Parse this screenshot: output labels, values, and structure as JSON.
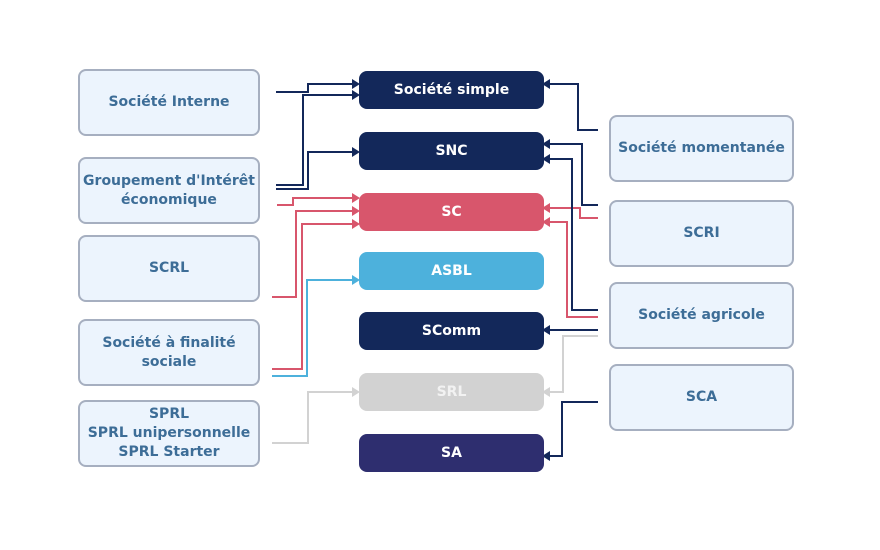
{
  "title": "Belgian company forms conversion diagram",
  "colors": {
    "navy": "#13285a",
    "red": "#d8566c",
    "blue": "#4db1dc",
    "gray": "#d2d2d2",
    "indigo": "#2e2e6f",
    "source_fill": "#ecf4fd",
    "source_border": "#a6afc0",
    "source_text": "#3d6d97"
  },
  "left_sources": [
    {
      "id": "societe-interne",
      "lines": [
        "Société Interne"
      ]
    },
    {
      "id": "gie",
      "lines": [
        "Groupement d'Intérêt",
        "économique"
      ]
    },
    {
      "id": "scrl",
      "lines": [
        "SCRL"
      ]
    },
    {
      "id": "sfs",
      "lines": [
        "Société à finalité",
        "sociale"
      ]
    },
    {
      "id": "sprl",
      "lines": [
        "SPRL",
        "SPRL unipersonnelle",
        "SPRL Starter"
      ]
    }
  ],
  "right_sources": [
    {
      "id": "societe-momentanee",
      "lines": [
        "Société momentanée"
      ]
    },
    {
      "id": "scri",
      "lines": [
        "SCRI"
      ]
    },
    {
      "id": "societe-agricole",
      "lines": [
        "Société agricole"
      ]
    },
    {
      "id": "sca",
      "lines": [
        "SCA"
      ]
    }
  ],
  "targets": [
    {
      "id": "societe-simple",
      "label": "Société simple",
      "color": "#13285a",
      "text_color": "#ffffff"
    },
    {
      "id": "snc",
      "label": "SNC",
      "color": "#13285a",
      "text_color": "#ffffff"
    },
    {
      "id": "sc",
      "label": "SC",
      "color": "#d8566c",
      "text_color": "#ffffff"
    },
    {
      "id": "asbl",
      "label": "ASBL",
      "color": "#4db1dc",
      "text_color": "#ffffff"
    },
    {
      "id": "scomm",
      "label": "SComm",
      "color": "#13285a",
      "text_color": "#ffffff"
    },
    {
      "id": "srl",
      "label": "SRL",
      "color": "#d2d2d2",
      "text_color": "#f2f2f2"
    },
    {
      "id": "sa",
      "label": "SA",
      "color": "#2e2e6f",
      "text_color": "#ffffff"
    }
  ],
  "connections": [
    {
      "from": "societe-interne",
      "to": "societe-simple",
      "color": "navy"
    },
    {
      "from": "gie",
      "to": "societe-simple",
      "color": "navy"
    },
    {
      "from": "gie",
      "to": "snc",
      "color": "navy"
    },
    {
      "from": "gie",
      "to": "sc",
      "color": "red"
    },
    {
      "from": "scrl",
      "to": "sc",
      "color": "red"
    },
    {
      "from": "sfs",
      "to": "sc",
      "color": "red"
    },
    {
      "from": "sfs",
      "to": "asbl",
      "color": "blue"
    },
    {
      "from": "sprl",
      "to": "srl",
      "color": "gray"
    },
    {
      "from": "societe-momentanee",
      "to": "societe-simple",
      "color": "navy"
    },
    {
      "from": "scri",
      "to": "snc",
      "color": "navy"
    },
    {
      "from": "scri",
      "to": "sc",
      "color": "red"
    },
    {
      "from": "societe-agricole",
      "to": "snc",
      "color": "navy"
    },
    {
      "from": "societe-agricole",
      "to": "sc",
      "color": "red"
    },
    {
      "from": "societe-agricole",
      "to": "scomm",
      "color": "navy"
    },
    {
      "from": "societe-agricole",
      "to": "srl",
      "color": "gray"
    },
    {
      "from": "sca",
      "to": "sa",
      "color": "navy"
    }
  ]
}
